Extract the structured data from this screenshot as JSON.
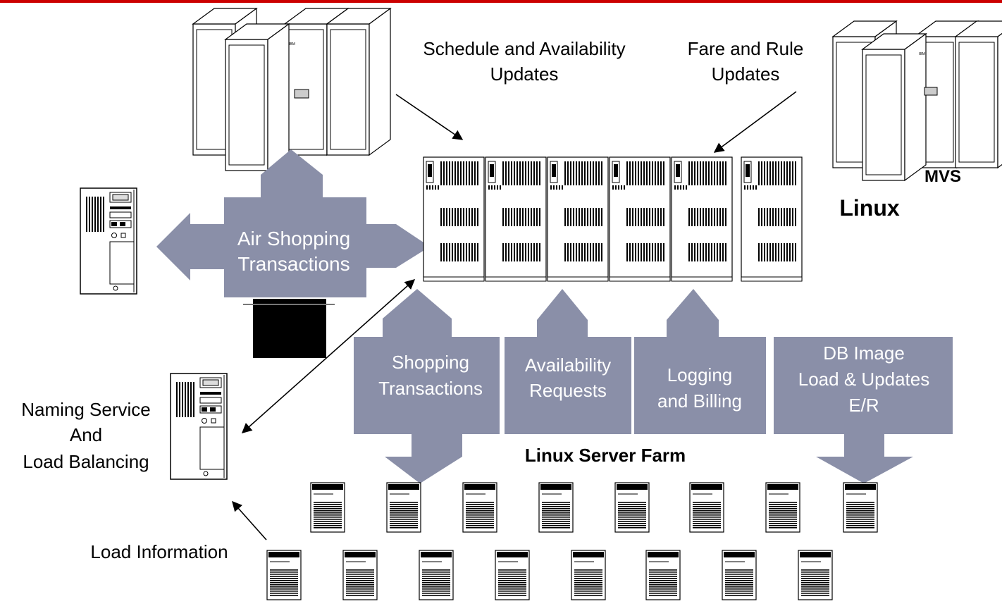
{
  "accent_color": "#cc0000",
  "arrow_color": "#8a8fa8",
  "labels": {
    "schedule_line1": "Schedule and Availability",
    "schedule_line2": "Updates",
    "fare_line1": "Fare and Rule",
    "fare_line2": "Updates",
    "mvs": "MVS",
    "linux": "Linux",
    "air_line1": "Air Shopping",
    "air_line2": "Transactions",
    "shopping_line1": "Shopping",
    "shopping_line2": "Transactions",
    "avail_line1": "Availability",
    "avail_line2": "Requests",
    "logging_line1": "Logging",
    "logging_line2": "and Billing",
    "db_line1": "DB Image",
    "db_line2": "Load & Updates",
    "db_line3": "E/R",
    "naming_line1": "Naming Service",
    "naming_line2": "And",
    "naming_line3": "Load Balancing",
    "server_farm": "Linux Server Farm",
    "load_info": "Load Information",
    "ibm_mark": "IBM"
  },
  "icons": [
    "mainframe-icon",
    "server-tower-icon",
    "rack-server-icon",
    "small-server-icon"
  ]
}
